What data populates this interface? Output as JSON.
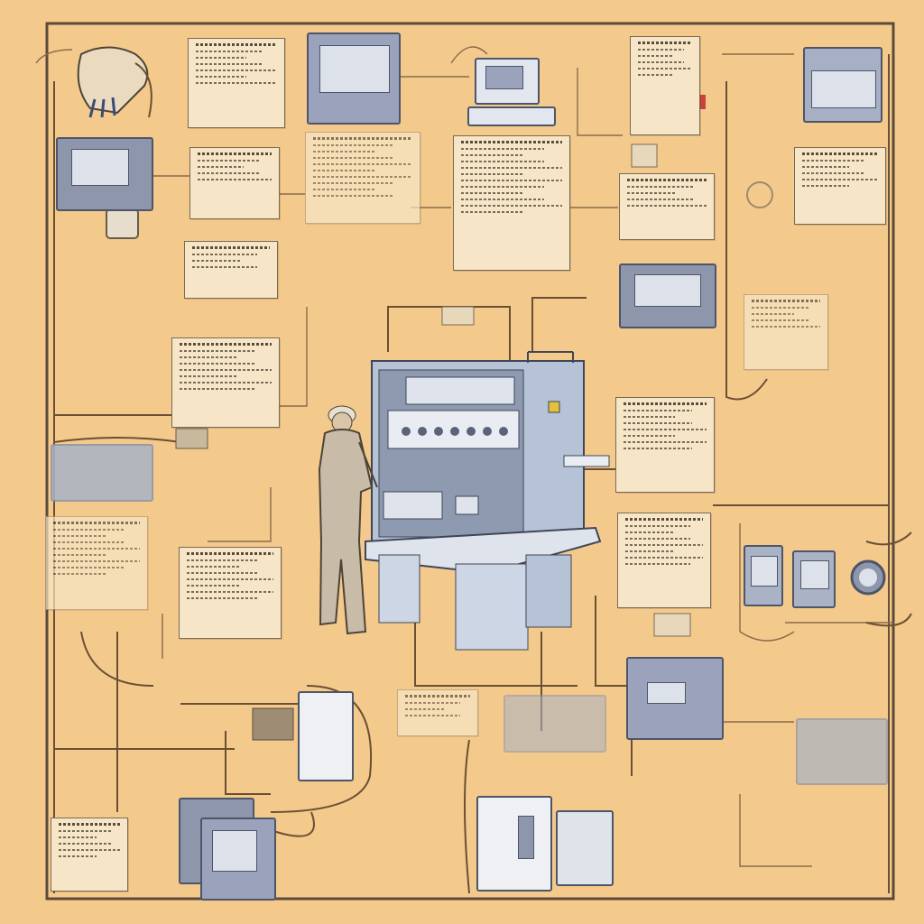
{
  "diagram": {
    "subject": "control-system-schematic",
    "colors": {
      "background": "#f4c98c",
      "paper": "#f6e6c7",
      "wire": "#6a4f33",
      "device": "#8d96ab",
      "device_edge": "#4d5569",
      "frame": "#5b4a3a"
    },
    "notes": [
      {
        "name": "note-top-left",
        "lines": 7
      },
      {
        "name": "note-mid-left-1",
        "lines": 5
      },
      {
        "name": "note-mid-left-2",
        "lines": 4
      },
      {
        "name": "note-center-top-1",
        "lines": 10
      },
      {
        "name": "note-center-top-2",
        "lines": 12
      },
      {
        "name": "note-right-top",
        "lines": 6
      },
      {
        "name": "note-right-1",
        "lines": 6
      },
      {
        "name": "note-right-2",
        "lines": 5
      },
      {
        "name": "note-left-mid",
        "lines": 8
      },
      {
        "name": "note-left-low",
        "lines": 9
      },
      {
        "name": "note-left-bottom",
        "lines": 8
      },
      {
        "name": "note-center-right",
        "lines": 8
      },
      {
        "name": "note-center-right-low",
        "lines": 8
      },
      {
        "name": "note-bottom-center",
        "lines": 4
      },
      {
        "name": "note-right-low",
        "lines": 5
      },
      {
        "name": "note-bottom-left",
        "lines": 6
      }
    ],
    "devices": [
      "control-panel-left",
      "monitor-top",
      "computer-terminal",
      "rack-unit-right",
      "server-cabinet",
      "meter-pair",
      "power-supply",
      "printer-unit"
    ]
  }
}
